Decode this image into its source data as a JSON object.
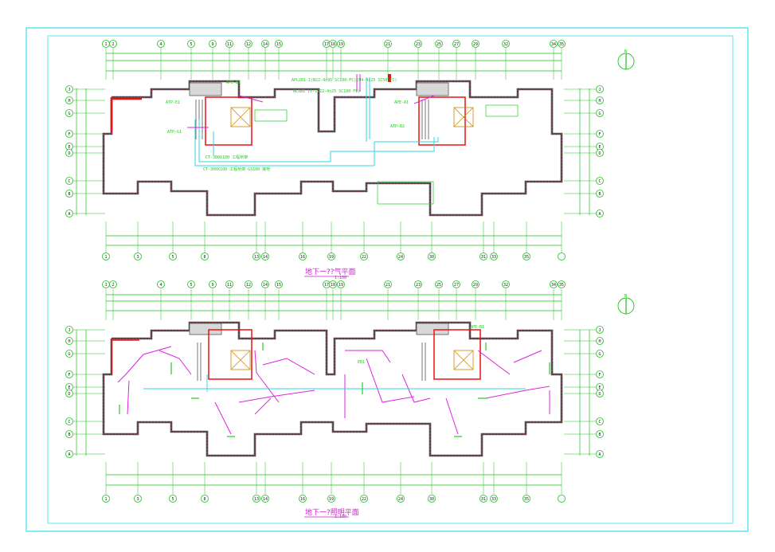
{
  "drawing": {
    "colors": {
      "frame": "#33e0e8",
      "inner_frame": "#4a8a8a",
      "axis_grid": "#19c419",
      "wall": "#404a55",
      "wall_hatch": "#cc3333",
      "conduit_cyan": "#2fd6e0",
      "conduit_magenta": "#e020e0",
      "label_green": "#22cc22",
      "title_magenta": "#cc22cc",
      "red_accent": "#ee1111"
    },
    "top_plan": {
      "title": "地下一??气平面",
      "scale": "1:100",
      "top_axes": [
        "1",
        "2",
        "4",
        "5",
        "9",
        "11",
        "12",
        "14",
        "15",
        "17",
        "18",
        "19",
        "21",
        "23",
        "25",
        "27",
        "29",
        "32",
        "34",
        "35"
      ],
      "bottom_axes": [
        "1",
        "3",
        "5",
        "8",
        "13",
        "14",
        "16",
        "19",
        "22",
        "24",
        "30",
        "31",
        "33",
        "35"
      ],
      "left_axes": [
        "J",
        "H",
        "G",
        "F",
        "E",
        "D",
        "C",
        "B",
        "A"
      ],
      "labels": [
        "APL2B1-1(N22-4x95 SC100-FC)(N4-4x25 SC50-FC)",
        "AL1B1 (5-1x22-4x25 SC100-FC)",
        "APE-B1",
        "ATP-E1",
        "ATP-G1",
        "ATP-B2",
        "APE-A1",
        "CT-300X100 工程桥架",
        "CT-300X100 工程桥架 GS100 接地"
      ]
    },
    "bottom_plan": {
      "title": "地下一?照明平面",
      "scale": "1:100",
      "top_axes": [
        "1",
        "2",
        "4",
        "5",
        "9",
        "11",
        "12",
        "14",
        "15",
        "17",
        "18",
        "19",
        "21",
        "23",
        "25",
        "27",
        "29",
        "32",
        "34",
        "35"
      ],
      "bottom_axes": [
        "1",
        "3",
        "5",
        "8",
        "13",
        "14",
        "16",
        "19",
        "22",
        "24",
        "30",
        "31",
        "33",
        "35"
      ],
      "left_axes": [
        "J",
        "H",
        "G",
        "F",
        "E",
        "D",
        "C",
        "B",
        "A"
      ],
      "labels": [
        "APE-B1",
        "EB1"
      ]
    },
    "north_arrow_label": "N"
  }
}
